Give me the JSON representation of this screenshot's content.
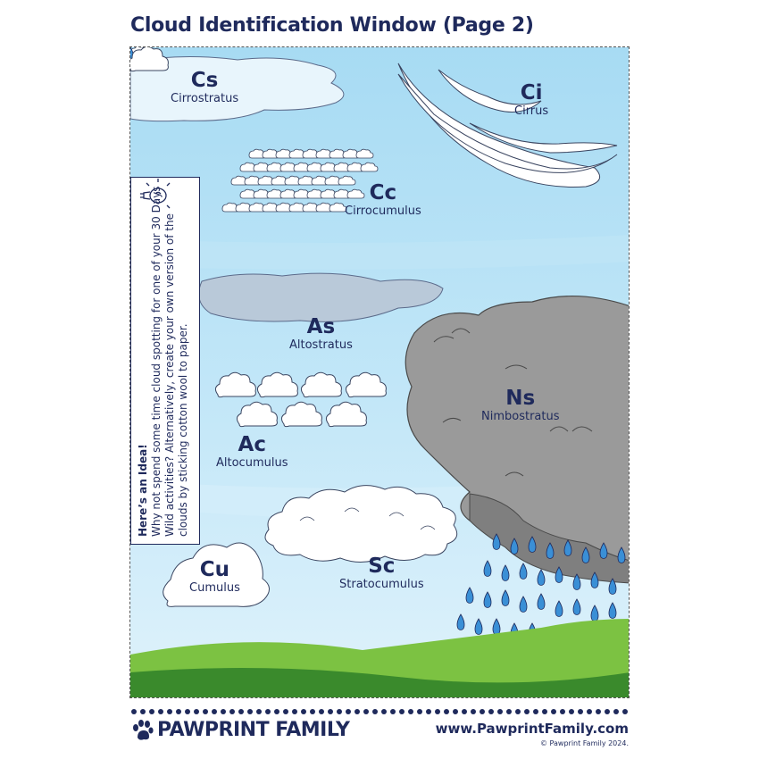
{
  "title": "Cloud Identification Window (Page 2)",
  "clouds": {
    "cs": {
      "abbr": "Cs",
      "name": "Cirrostratus"
    },
    "ci": {
      "abbr": "Ci",
      "name": "Cirrus"
    },
    "cc": {
      "abbr": "Cc",
      "name": "Cirrocumulus"
    },
    "as": {
      "abbr": "As",
      "name": "Altostratus"
    },
    "ns": {
      "abbr": "Ns",
      "name": "Nimbostratus"
    },
    "ac": {
      "abbr": "Ac",
      "name": "Altocumulus"
    },
    "cu": {
      "abbr": "Cu",
      "name": "Cumulus"
    },
    "sc": {
      "abbr": "Sc",
      "name": "Stratocumulus"
    }
  },
  "idea": {
    "heading": "Here’s an Idea!",
    "text": "Why not spend some time cloud spotting for one of your 30 Days Wild activities? Alternatively, create your own version of the clouds by sticking cotton wool to paper."
  },
  "footer": {
    "brand": "PAWPRINT FAMILY",
    "website": "www.PawprintFamily.com",
    "copyright": "© Pawprint Family 2024."
  },
  "colors": {
    "sky_top": "#a9dcf3",
    "sky_bottom": "#d4eefa",
    "grass_light": "#7cc242",
    "grass_dark": "#3a8a2c",
    "storm_cloud": "#9a9a9a",
    "rain": "#3a8fd6",
    "navy": "#1f2a5c"
  }
}
